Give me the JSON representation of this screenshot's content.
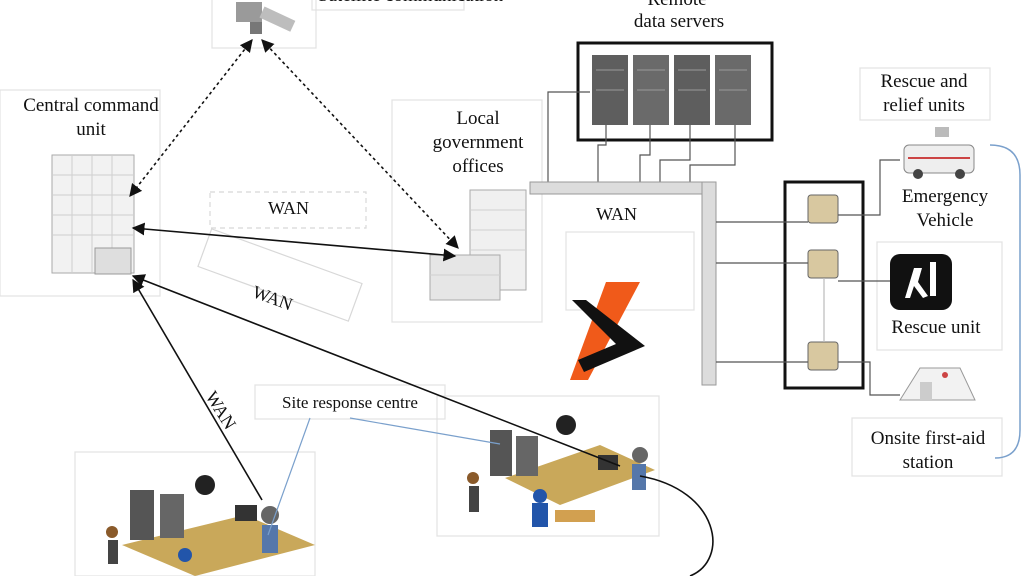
{
  "labels": {
    "satellite": "Satellite communication",
    "remote_servers_1": "Remote",
    "remote_servers_2": "data servers",
    "central_1": "Central command",
    "central_2": "unit",
    "local_gov_1": "Local",
    "local_gov_2": "government",
    "local_gov_3": "offices",
    "rescue_relief_1": "Rescue and",
    "rescue_relief_2": "relief units",
    "emergency_1": "Emergency",
    "emergency_2": "Vehicle",
    "rescue_unit": "Rescue unit",
    "first_aid_1": "Onsite first-aid",
    "first_aid_2": "station",
    "site_response": "Site response centre",
    "wan_top": "WAN",
    "wan_middle": "WAN",
    "wan_diagonal": "WAN",
    "wan_left": "WAN"
  },
  "colors": {
    "line": "#111111",
    "bus": "#d9d9d9",
    "server": "#6b6b6b",
    "logo_orange": "#f05a1a",
    "logo_black": "#111111",
    "blue_line": "#6f93c7"
  },
  "icons": [
    "satellite-icon",
    "building-icon",
    "server-rack-icon",
    "switch-icon",
    "ambulance-icon",
    "rescue-sign-icon",
    "tent-icon",
    "workstation-icon",
    "brand-logo-icon"
  ]
}
